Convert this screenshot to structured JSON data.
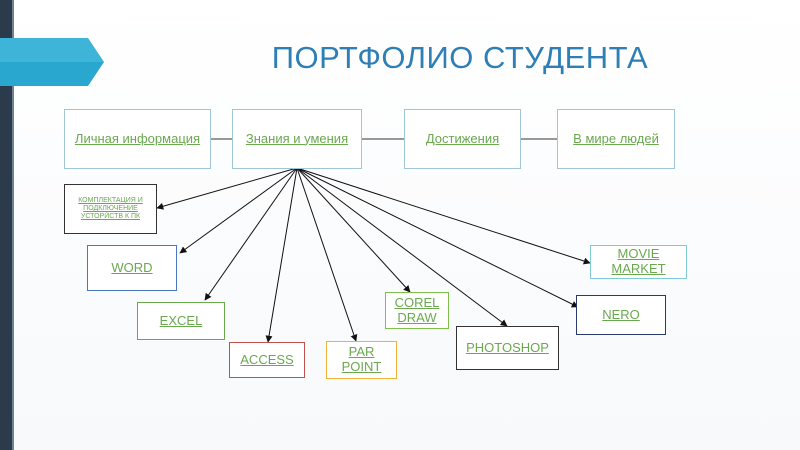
{
  "title": "ПОРТФОЛИО СТУДЕНТА",
  "colors": {
    "title": "#2e7fb6",
    "box_text": "#6aa84f",
    "sidebar": "#2b3b4c"
  },
  "top_row": [
    "Личная информация",
    "Знания и умения",
    "Достижения",
    "В мире людей"
  ],
  "skills": {
    "pc": "КОМПЛЕКТАЦИЯ И ПОДКЛЮЧЕНИЕ УСТОРЙСТВ К ПК",
    "word": "WORD",
    "excel": "EXCEL",
    "access": "ACCESS",
    "parpoint": "PAR POINT",
    "coreldraw": "COREL DRAW",
    "photoshop": "PHOTOSHOP",
    "nero": "NERO",
    "moviemarket": "MOVIE MARKET"
  }
}
